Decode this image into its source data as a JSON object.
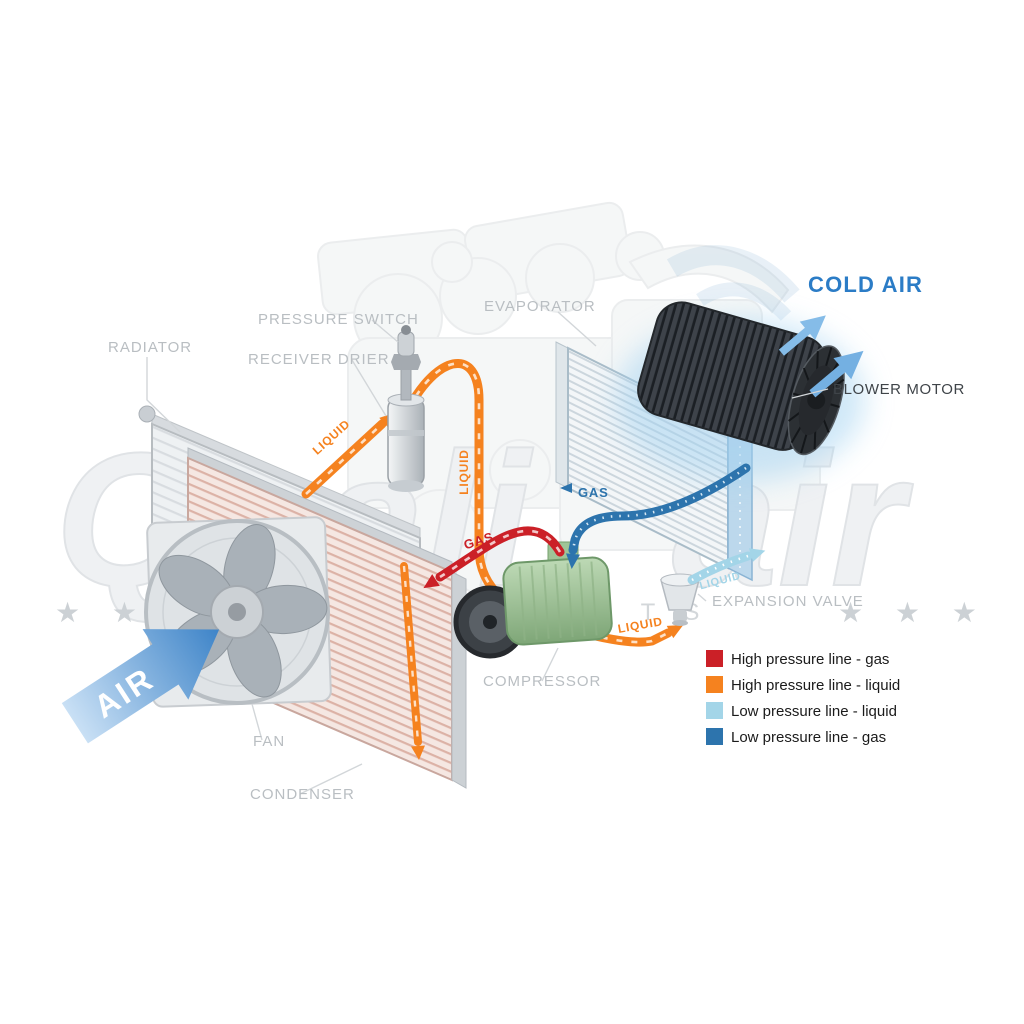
{
  "labels": {
    "radiator": "RADIATOR",
    "pressure_switch": "PRESSURE SWITCH",
    "receiver_drier": "RECEIVER DRIER",
    "evaporator": "EVAPORATOR",
    "cold_air": "COLD AIR",
    "blower_motor": "BLOWER MOTOR",
    "expansion_valve": "EXPANSION VALVE",
    "compressor": "COMPRESSOR",
    "fan": "FAN",
    "condenser": "CONDENSER",
    "air": "AIR"
  },
  "pipe_labels": {
    "high_liquid_to_drier": "LIQUID",
    "high_liquid_down": "LIQUID",
    "high_liquid_to_valve": "LIQUID",
    "high_gas": "GAS",
    "low_gas": "GAS",
    "low_liquid": "LIQUID"
  },
  "legend": {
    "items": [
      {
        "color": "#cb2027",
        "label": "High pressure line - gas"
      },
      {
        "color": "#f5821f",
        "label": "High pressure line - liquid"
      },
      {
        "color": "#a3d5e8",
        "label": "Low pressure line - liquid"
      },
      {
        "color": "#2d74ad",
        "label": "Low pressure line -  gas"
      }
    ]
  },
  "colors": {
    "cold_air_text": "#2b7cc6"
  },
  "watermark": {
    "word_left": "Quali",
    "word_right": "air",
    "stars_left": "★ ★ ★",
    "tagline": "AUTO PARTS",
    "stars_right": "★ ★ ★"
  }
}
